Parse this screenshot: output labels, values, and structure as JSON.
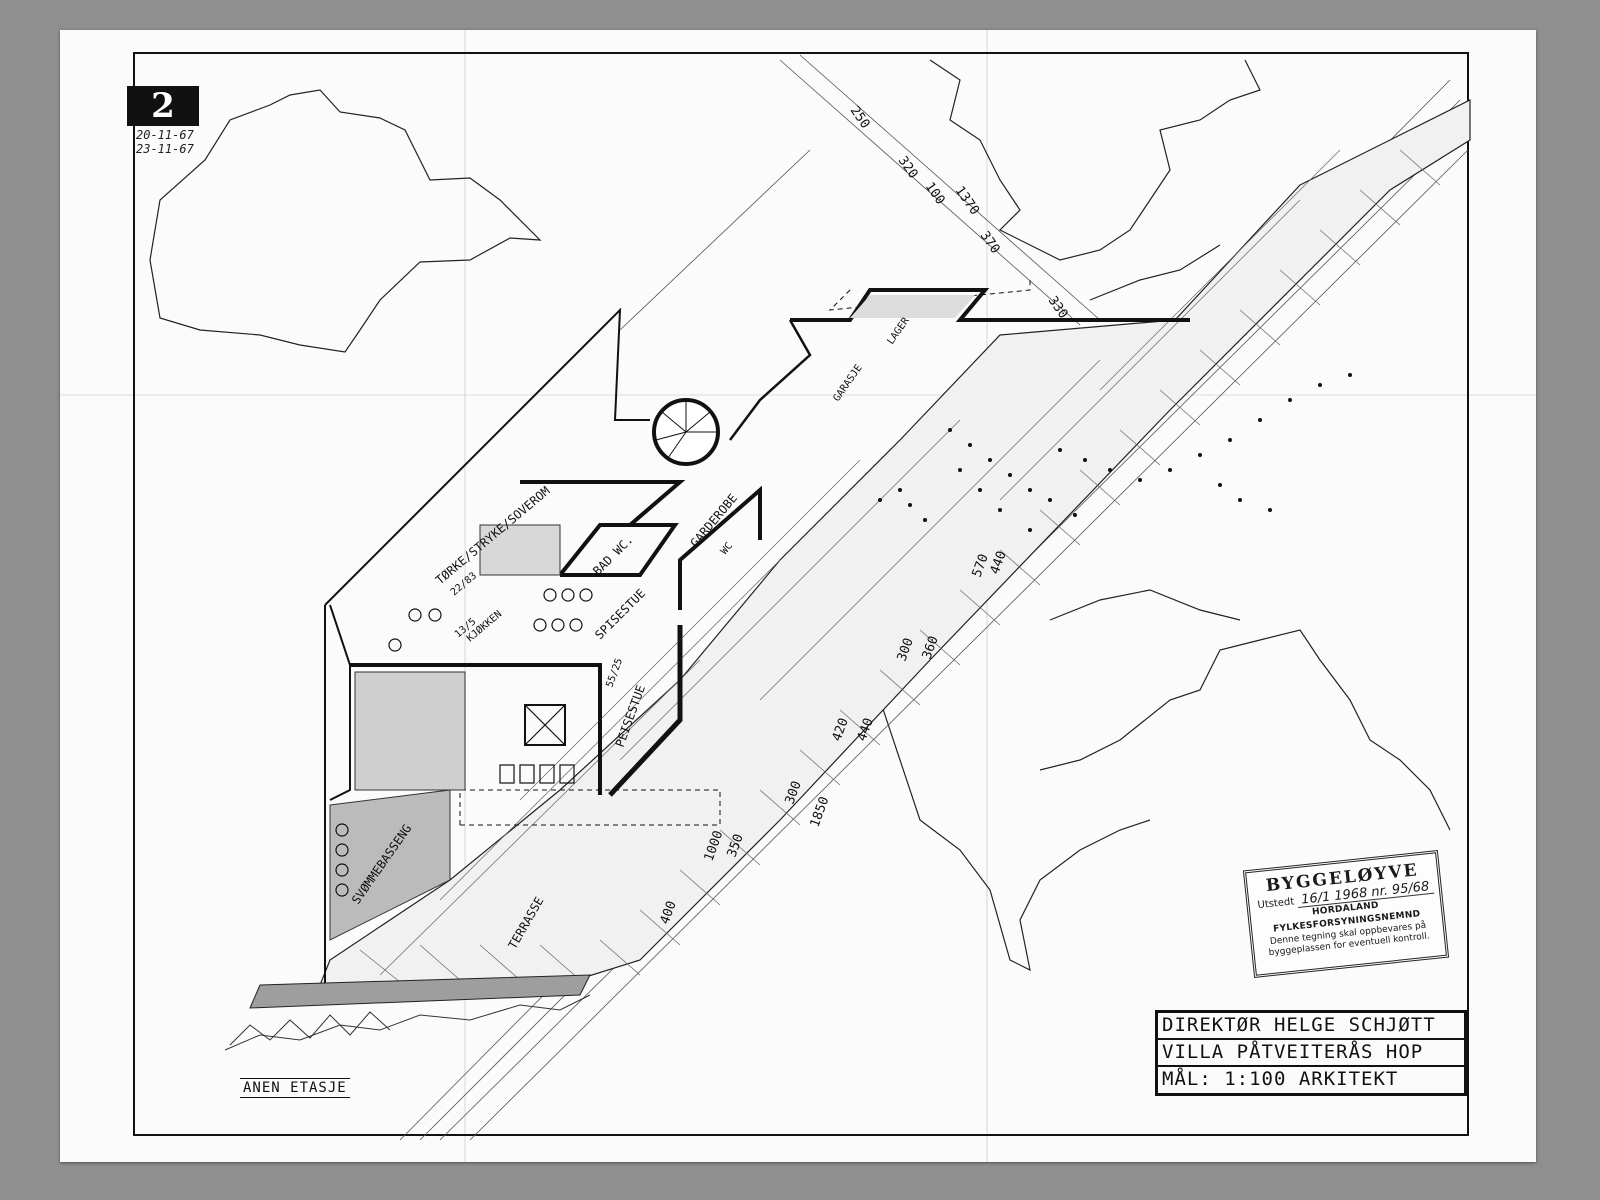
{
  "sheet": {
    "number": "2",
    "dates": [
      "20-11-67",
      "23-11-67"
    ]
  },
  "title_block": {
    "line1": "DIREKTØR HELGE SCHJØTT",
    "line2": "VILLA PÅTVEITERÅS HOP",
    "line3": "MÅL: 1:100 ARKITEKT"
  },
  "stamp": {
    "heading": "BYGGELØYVE",
    "issued_label": "Utstedt",
    "issued_value": "16/1 1968 nr. 95/68",
    "authority": "HORDALAND FYLKESFORSYNINGSNEMND",
    "note_line1": "Denne tegning skal oppbevares på",
    "note_line2": "byggeplassen for eventuell kontroll."
  },
  "floor_label": "ANEN ETASJE",
  "rooms": {
    "toilet_room": "TØRKE/STRYKE/SOVEROM",
    "toilet_area": "22/83",
    "bath": "BAD WC.",
    "garderobe": "GARDEROBE",
    "wc": "WC",
    "dining": "SPISESTUE",
    "kitchen": "KJØKKEN",
    "kitchen_area": "13/5",
    "living_area": "55/25",
    "fireplace": "PEISESTUE",
    "pool": "SVØMMEBASSENG",
    "terrace": "TERRASSE",
    "garage": "GARASJE",
    "storage": "LAGER"
  },
  "dimensions": {
    "d250": "250",
    "d320": "320",
    "d100": "100",
    "d1370": "1370",
    "d370": "370",
    "d330": "330",
    "d570": "570",
    "d440a": "440",
    "d300a": "300",
    "d360": "360",
    "d420": "420",
    "d440b": "440",
    "d300b": "300",
    "d1850": "1850",
    "d1000": "1000",
    "d350": "350",
    "d400": "400"
  }
}
